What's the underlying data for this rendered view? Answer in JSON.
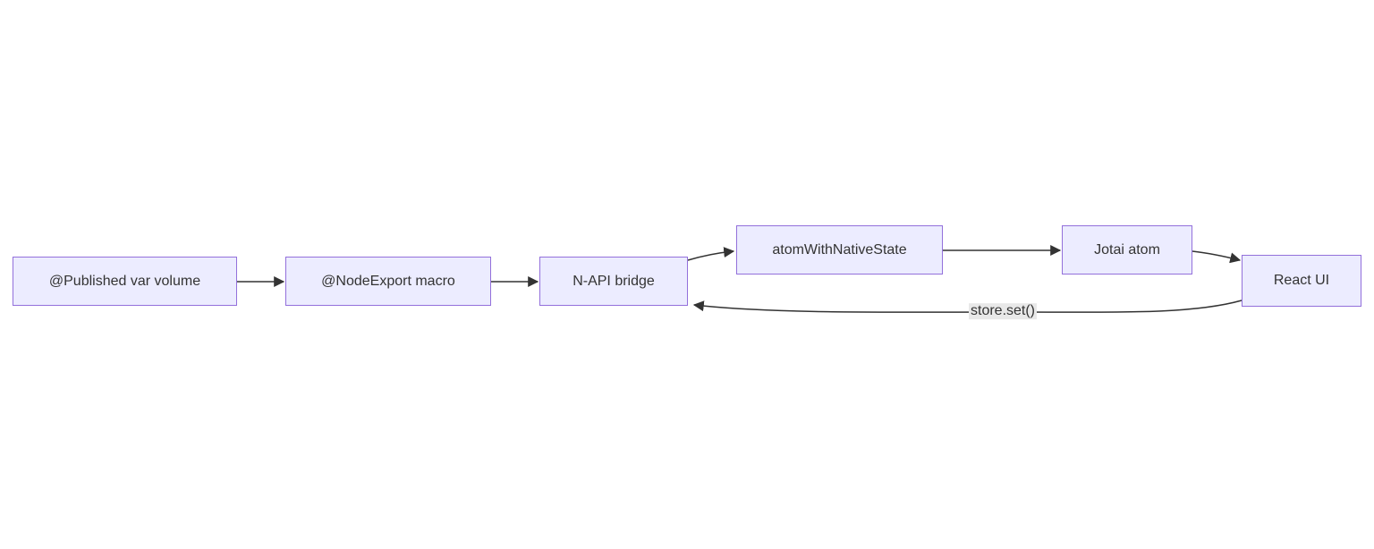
{
  "diagram": {
    "type": "flowchart",
    "direction": "LR",
    "colors": {
      "canvas_bg": "#ffffff",
      "node_fill": "#ECECFF",
      "node_border": "#9370DB",
      "node_text": "#333333",
      "edge_stroke": "#333333",
      "edge_label_bg": "#e8e8e8",
      "edge_label_text": "#333333"
    },
    "nodes": [
      {
        "id": "published-var-volume",
        "label": "@Published var volume"
      },
      {
        "id": "nodeexport-macro",
        "label": "@NodeExport macro"
      },
      {
        "id": "napi-bridge",
        "label": "N-API bridge"
      },
      {
        "id": "atomwithnativestate",
        "label": "atomWithNativeState"
      },
      {
        "id": "jotai-atom",
        "label": "Jotai atom"
      },
      {
        "id": "react-ui",
        "label": "React UI"
      }
    ],
    "edges": [
      {
        "from": "published-var-volume",
        "to": "nodeexport-macro",
        "label": ""
      },
      {
        "from": "nodeexport-macro",
        "to": "napi-bridge",
        "label": ""
      },
      {
        "from": "napi-bridge",
        "to": "atomwithnativestate",
        "label": ""
      },
      {
        "from": "atomwithnativestate",
        "to": "jotai-atom",
        "label": ""
      },
      {
        "from": "jotai-atom",
        "to": "react-ui",
        "label": ""
      },
      {
        "from": "react-ui",
        "to": "napi-bridge",
        "label": "store.set()"
      }
    ]
  }
}
